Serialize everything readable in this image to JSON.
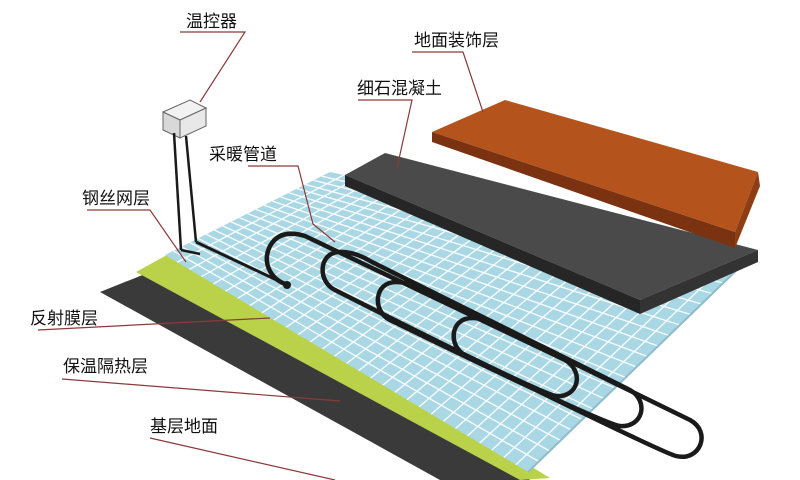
{
  "labels": {
    "thermostat": "温控器",
    "floor_finish": "地面装饰层",
    "fine_concrete": "细石混凝土",
    "heating_pipe": "采暖管道",
    "steel_mesh": "钢丝网层",
    "reflective_film": "反射膜层",
    "insulation": "保温隔热层",
    "base_floor": "基层地面"
  },
  "colors": {
    "floor_finish_top": "#b5531c",
    "floor_finish_side": "#7a3210",
    "concrete_top": "#4a4a4a",
    "concrete_side": "#262626",
    "reflective_film": "#a9d7e4",
    "grid_lines": "#ffffff",
    "insulation": "#b9d24a",
    "base_floor": "#3a3a3a",
    "pipe": "#1a1a1a",
    "leader_line": "#8a3a3a"
  }
}
